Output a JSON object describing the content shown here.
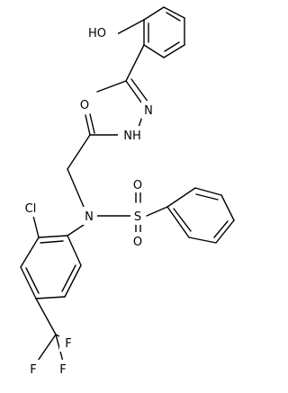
{
  "atoms": {
    "hydroxyl": "HO",
    "carbonyl_oxygen": "O",
    "hydrazone_nh": "NH",
    "imine_n": "N",
    "amine_n": "N",
    "sulfur": "S",
    "sulfonyl_o_top": "O",
    "sulfonyl_o_bottom": "O",
    "chlorine": "Cl",
    "fluorine_left": "F",
    "fluorine_top": "F",
    "fluorine_bottom": "F"
  }
}
